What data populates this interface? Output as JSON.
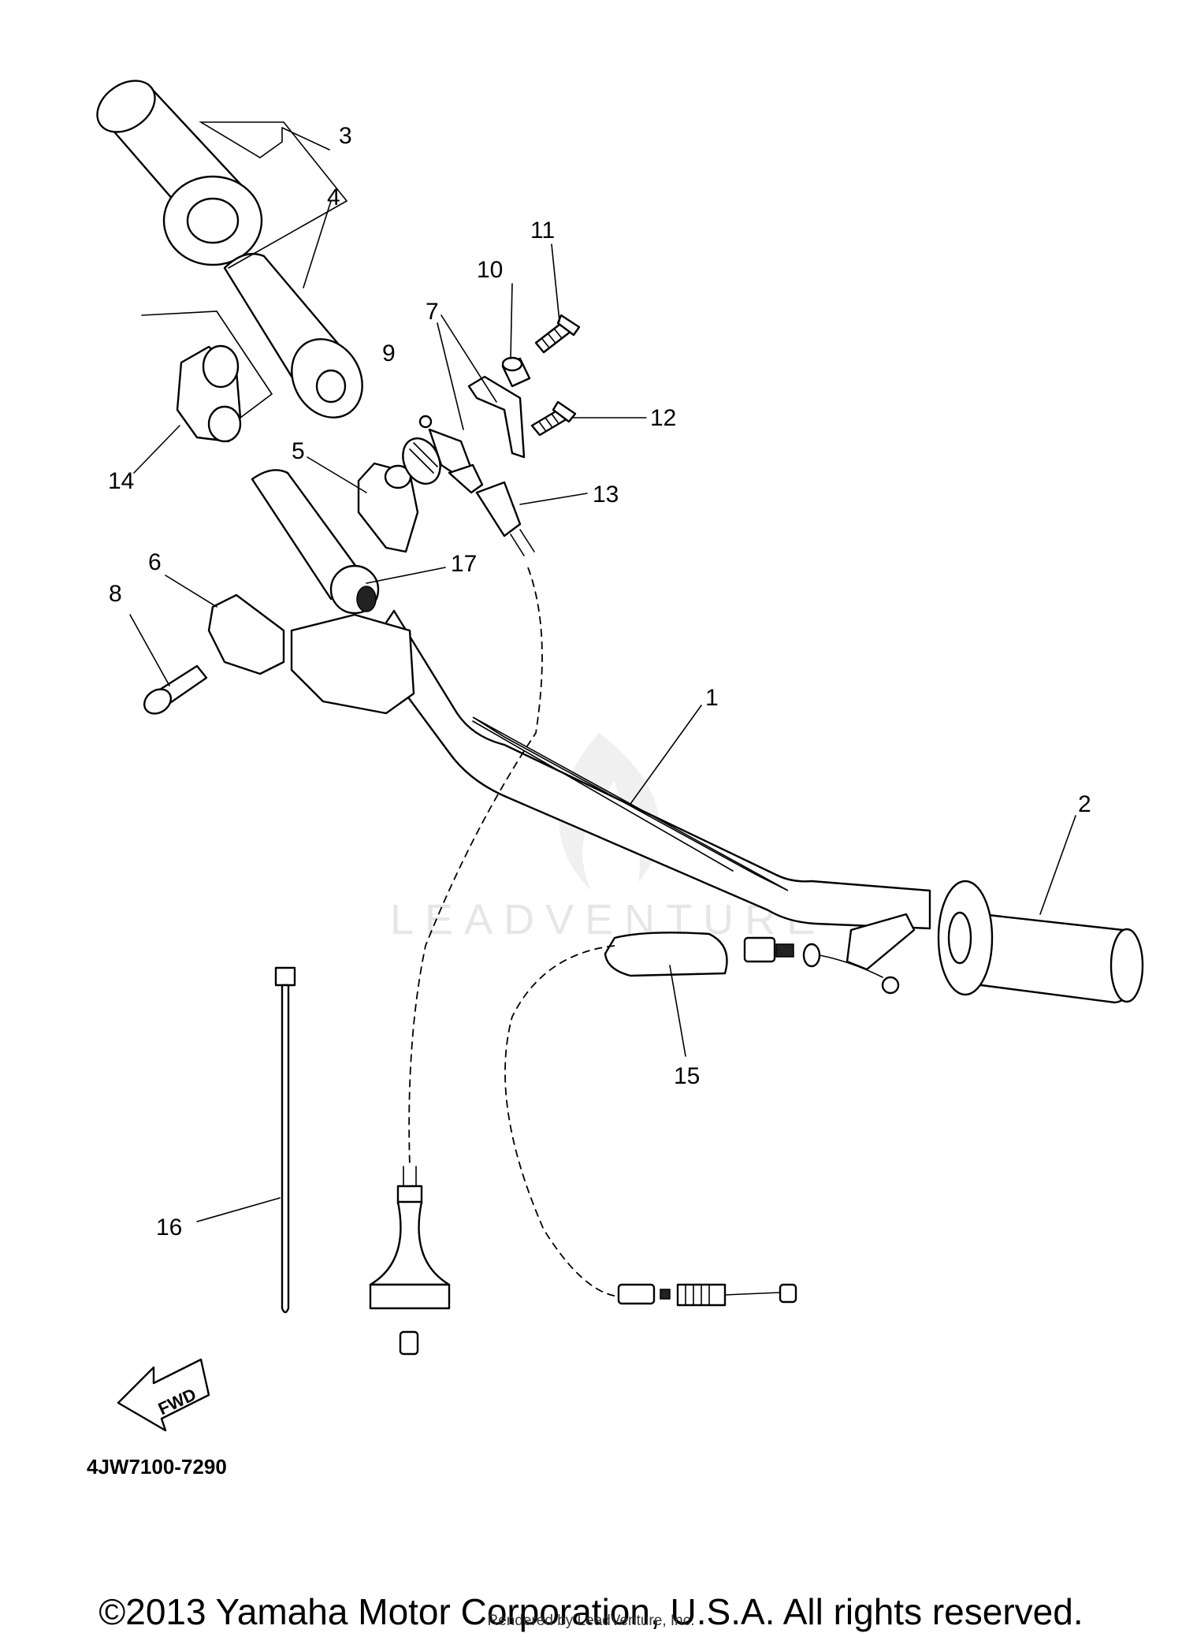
{
  "diagram": {
    "callouts": [
      "1",
      "2",
      "3",
      "4",
      "5",
      "6",
      "7",
      "8",
      "9",
      "10",
      "11",
      "12",
      "13",
      "14",
      "15",
      "16",
      "17"
    ],
    "fwd_label": "FWD",
    "part_code": "4JW7100-7290",
    "watermark": "LEADVENTURE"
  },
  "footer": {
    "copyright": "©2013 Yamaha Motor Corporation, U.S.A. All rights reserved.",
    "rendered_by": "Rendered by LeadVenture, Inc."
  }
}
